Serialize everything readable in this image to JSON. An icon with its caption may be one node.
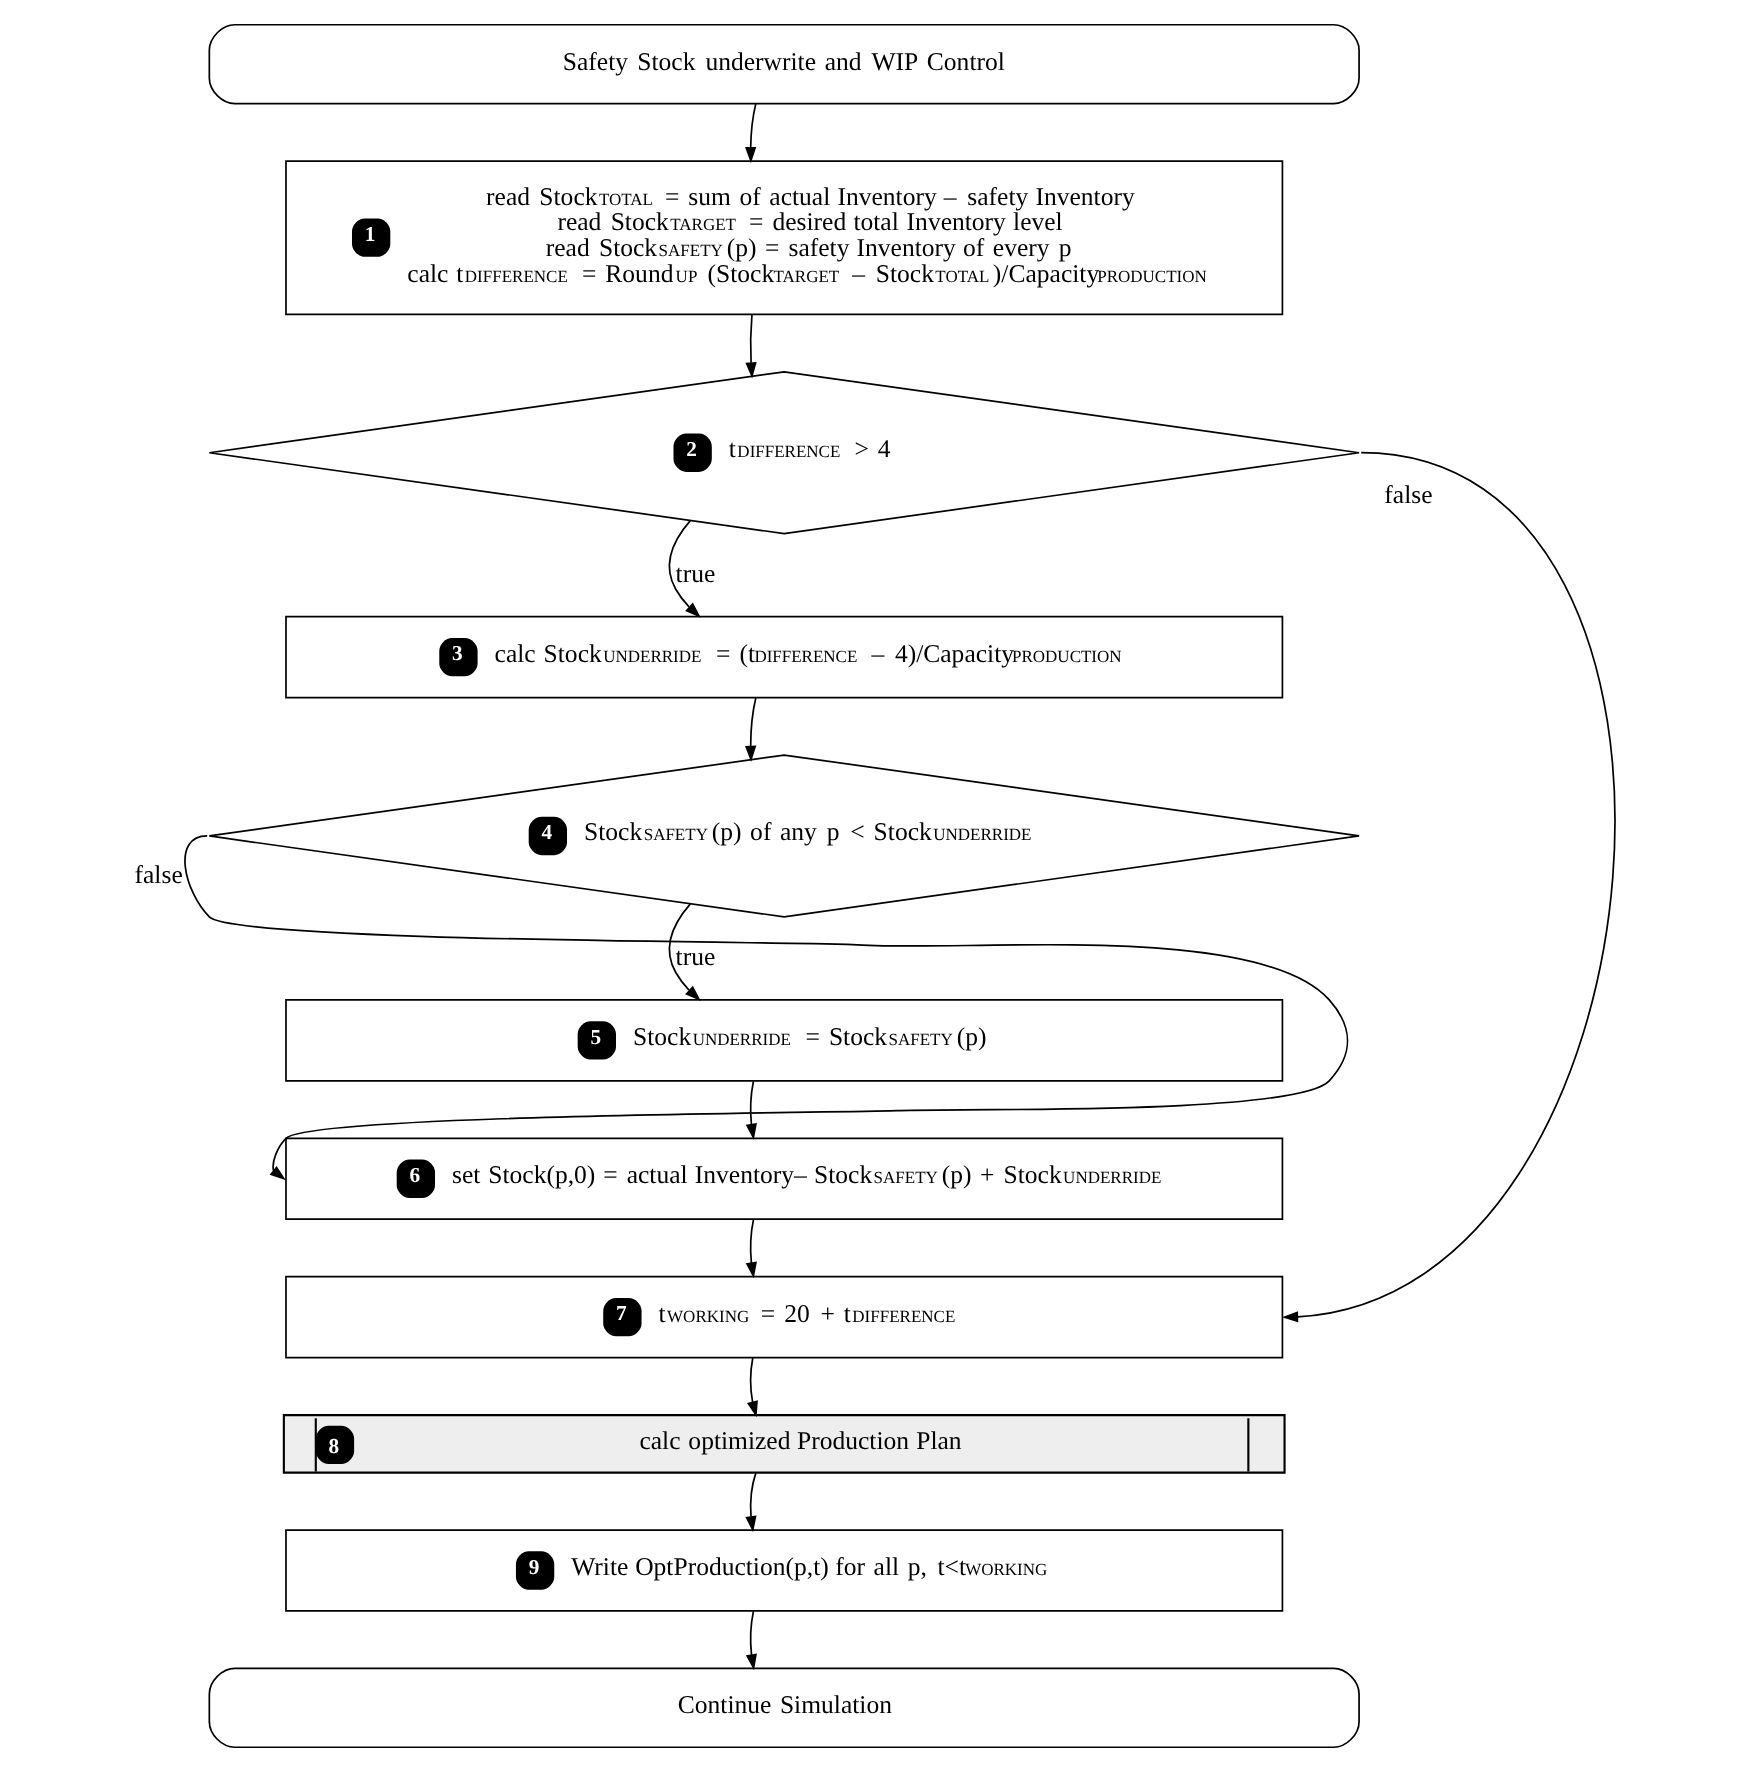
{
  "diagram": {
    "nodes": [
      {
        "text": [
          "Safety Stock underwrite and WIP Control"
        ]
      },
      {
        "text": [
          "1",
          "read Stock$_{TOTAL}$ = sum of actual Inventory – safety Inventory",
          "read Stock$_{TARGET}$ = desired total Inventory level",
          "read Stock$_{SAFETY}$(p) = safety Inventory of every p",
          "calc t$_{DIFFERENCE}$ = Round$_{UP}$ (Stock$_{TARGET}$ – Stock$_{TOTAL}$)/Capacity$_{PRODUCTION}$"
        ]
      },
      {
        "text": [
          "2",
          "t$_{DIFFERENCE}$ > 4"
        ]
      },
      {
        "text": [
          "3",
          "calc Stock$_{UNDERRIDE}$ = (t$_{DIFFERENCE}$ – 4)/Capacity$_{PRODUCTION}$"
        ]
      },
      {
        "text": [
          "4",
          "Stock$_{SAFETY}$(p) of any p < Stock$_{UNDERRIDE}$"
        ]
      },
      {
        "text": [
          "5",
          "Stock$_{UNDERRIDE}$ = Stock$_{SAFETY}$(p)"
        ]
      },
      {
        "text": [
          "6",
          "set Stock(p,0) = actual Inventory– Stock$_{SAFETY}$(p) + Stock$_{UNDERRIDE}$"
        ]
      },
      {
        "text": [
          "7",
          "t$_{WORKING}$ = 20 + t$_{DIFFERENCE}$"
        ]
      },
      {
        "text": [
          "8",
          "calc optimized Production Plan"
        ]
      },
      {
        "text": [
          "9",
          "Write OptProduction(p,t) for all p, t<t$_{WORKING}$"
        ]
      },
      {
        "text": [
          "Continue Simulation"
        ]
      }
    ],
    "edges": [
      {
        "from": 0,
        "to": 1,
        "arrow": "to"
      },
      {
        "from": 1,
        "to": 2,
        "arrow": "to"
      },
      {
        "from": 2,
        "to": 3,
        "arrow": "to",
        "label": "true"
      },
      {
        "from": 2,
        "to": 7,
        "arrow": "to",
        "label": "false"
      },
      {
        "from": 3,
        "to": 4,
        "arrow": "to"
      },
      {
        "from": 4,
        "to": 5,
        "arrow": "to",
        "label": "true"
      },
      {
        "from": 4,
        "to": 6,
        "arrow": "to",
        "label": "false"
      },
      {
        "from": 5,
        "to": 6,
        "arrow": "to"
      },
      {
        "from": 6,
        "to": 7,
        "arrow": "to"
      },
      {
        "from": 7,
        "to": 8,
        "arrow": "to"
      },
      {
        "from": 8,
        "to": 9,
        "arrow": "to"
      },
      {
        "from": 9,
        "to": 10,
        "arrow": "to"
      }
    ]
  }
}
